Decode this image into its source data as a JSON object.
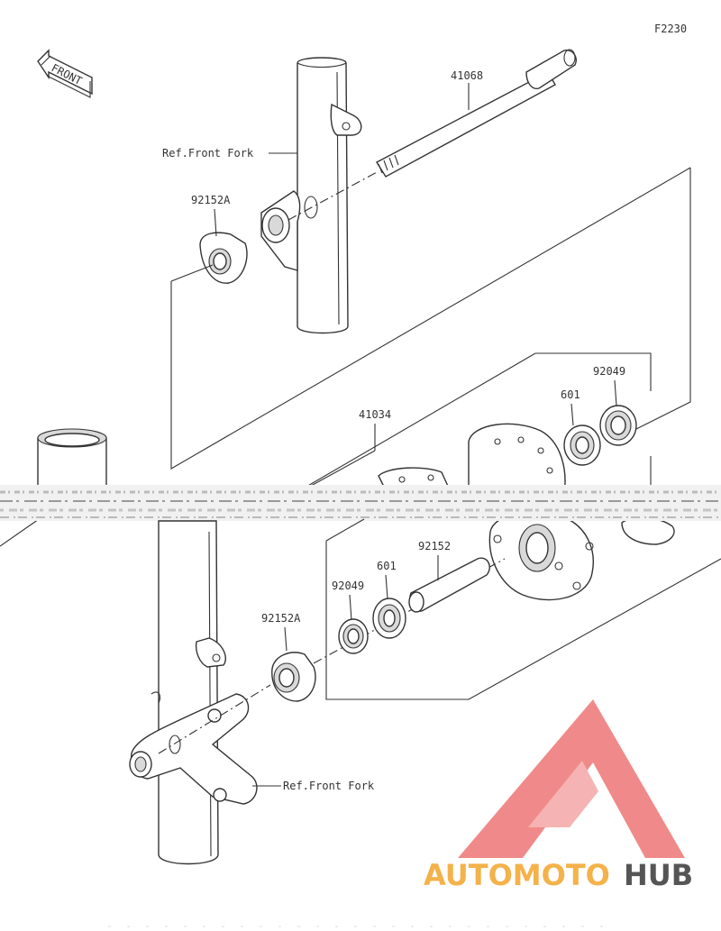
{
  "figure_code": "F2230",
  "front_label": "FRONT",
  "parts": {
    "axle": "41068",
    "hub": "41034",
    "collar_upper": "92152A",
    "collar_lower": "92152A",
    "bearing_upper": "601",
    "bearing_lower": "601",
    "seal_upper": "92049",
    "seal_lower": "92049",
    "spacer": "92152"
  },
  "refs": {
    "fork_upper": "Ref.Front Fork",
    "fork_lower": "Ref.Front Fork"
  },
  "watermark": {
    "brand_part1": "AUTOMOTO",
    "brand_part2": "HUB",
    "colors": {
      "logo": "#f08a8a",
      "part1": "#f4b24a",
      "part2": "#555555"
    }
  }
}
